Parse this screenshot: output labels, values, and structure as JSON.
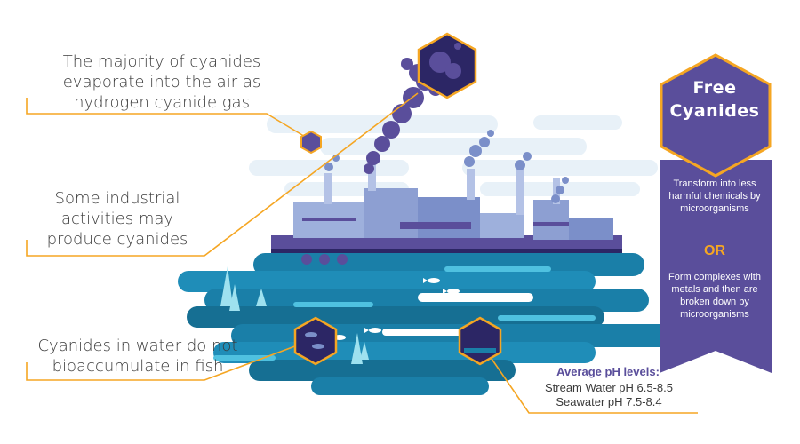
{
  "callouts": {
    "evaporate": "The majority of cyanides evaporate into the air as hydrogen cyanide gas",
    "industrial": "Some industrial activities may produce cyanides",
    "fish": "Cyanides in water do not bioaccumulate in fish"
  },
  "panel": {
    "title_line1": "Free",
    "title_line2": "Cyanides",
    "text1": "Transform into less harmful chemicals by microorganisms",
    "or": "OR",
    "text2": "Form complexes with metals and then are broken down by microorganisms"
  },
  "ph": {
    "title": "Average pH levels:",
    "stream": "Stream Water pH 6.5-8.5",
    "seawater": "Seawater pH 7.5-8.4"
  },
  "colors": {
    "accent_orange": "#f5a623",
    "purple": "#5a4e9b",
    "dark_purple": "#2c2665",
    "water": "#1a7fa8",
    "sky": "#e8f1f8",
    "factory": "#7b8fc9"
  }
}
